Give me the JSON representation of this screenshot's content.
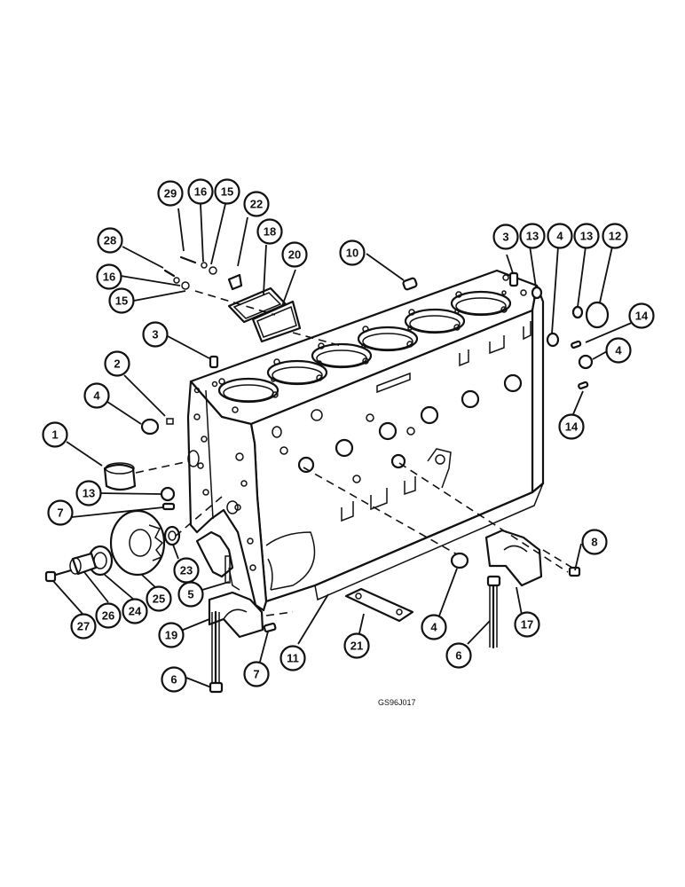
{
  "callouts": [
    {
      "n": "29"
    },
    {
      "n": "16"
    },
    {
      "n": "15"
    },
    {
      "n": "22"
    },
    {
      "n": "18"
    },
    {
      "n": "20"
    },
    {
      "n": "28"
    },
    {
      "n": "16"
    },
    {
      "n": "15"
    },
    {
      "n": "10"
    },
    {
      "n": "3"
    },
    {
      "n": "13"
    },
    {
      "n": "4"
    },
    {
      "n": "13"
    },
    {
      "n": "12"
    },
    {
      "n": "14"
    },
    {
      "n": "4"
    },
    {
      "n": "14"
    },
    {
      "n": "3"
    },
    {
      "n": "2"
    },
    {
      "n": "4"
    },
    {
      "n": "1"
    },
    {
      "n": "13"
    },
    {
      "n": "7"
    },
    {
      "n": "8"
    },
    {
      "n": "23"
    },
    {
      "n": "5"
    },
    {
      "n": "25"
    },
    {
      "n": "24"
    },
    {
      "n": "26"
    },
    {
      "n": "27"
    },
    {
      "n": "19"
    },
    {
      "n": "6"
    },
    {
      "n": "7"
    },
    {
      "n": "11"
    },
    {
      "n": "21"
    },
    {
      "n": "4"
    },
    {
      "n": "6"
    },
    {
      "n": "17"
    }
  ],
  "figure_code": "GS96J017"
}
